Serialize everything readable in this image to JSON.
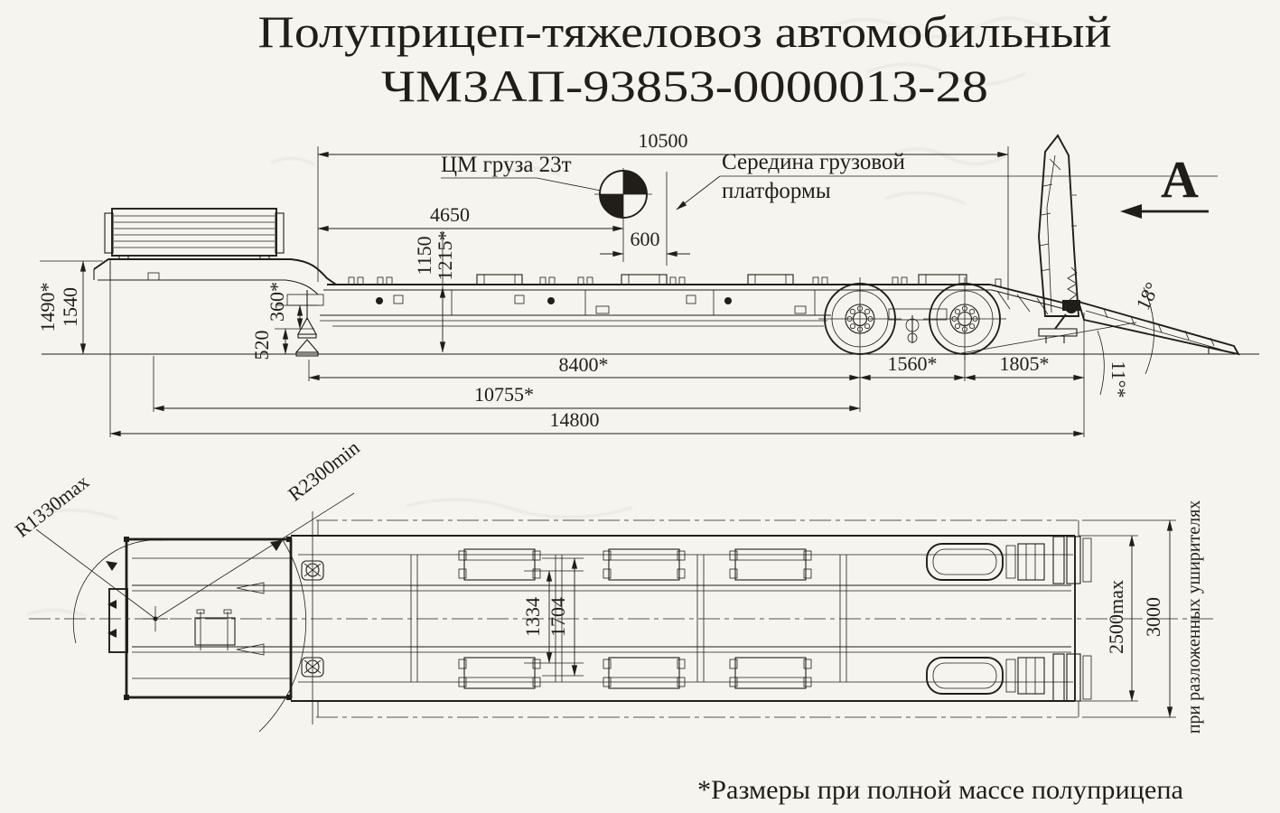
{
  "title": {
    "line1": "Полуприцеп-тяжеловоз автомобильный",
    "line2": "ЧМЗАП-93853-0000013-28"
  },
  "footnote": "*Размеры при полной массе полуприцепа",
  "side_view": {
    "view_label": "А",
    "label_cm": "ЦМ груза 23т",
    "label_mid1": "Середина грузовой",
    "label_mid2": "платформы",
    "dim_platform_length": "10500",
    "dim_cm_from_front": "4650",
    "dim_cm_offset": "600",
    "dim_deck_height": "1150",
    "dim_deck_height_empty": "1215*",
    "dim_gooseneck_height": "1490*",
    "dim_gooseneck_height_empty": "1540",
    "dim_neck_step": "360*",
    "dim_clearance": "520",
    "dim_kingpin_to_axle": "8400*",
    "dim_axle_base": "1560*",
    "dim_rear_overhang": "1805*",
    "dim_kingpin_to_bogie": "10755*",
    "dim_overall_length": "14800",
    "angle_ramp": "18°",
    "angle_approach": "11°*"
  },
  "plan_view": {
    "radius_front": "R1330max",
    "radius_turn": "R2300min",
    "dim_frame_width": "1334",
    "dim_frame_width_outer": "1704",
    "dim_body_width": "2500max",
    "dim_width_extended": "3000",
    "widener_note": "при разложенных уширителях"
  },
  "colors": {
    "paper": "#f6f4ef",
    "ink": "#211e1a"
  }
}
